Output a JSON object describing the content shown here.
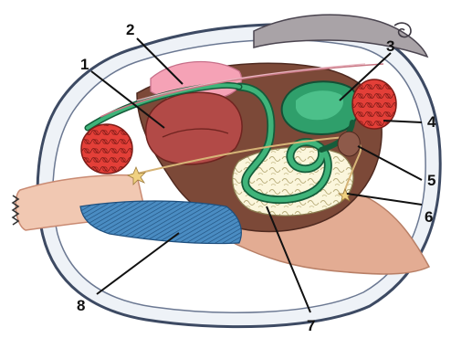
{
  "labels": {
    "l1": "1",
    "l2": "2",
    "l3": "3",
    "l4": "4",
    "l5": "5",
    "l6": "6",
    "l7": "7",
    "l8": "8"
  },
  "colors": {
    "shell_outline": "#3d4a63",
    "shell_fill": "#f7f7f7",
    "foot": "#e0a98f",
    "visceral_mass": "#7a4536",
    "heart": "#b04a4a",
    "pericardium": "#f19ab0",
    "stomach": "#2e9e6a",
    "intestine": "#3fae77",
    "gonad": "#fbf4d6",
    "adductor_muscle": "#e0463d",
    "muscle_band": "#3b7fb6",
    "nerve": "#d7b37a"
  }
}
